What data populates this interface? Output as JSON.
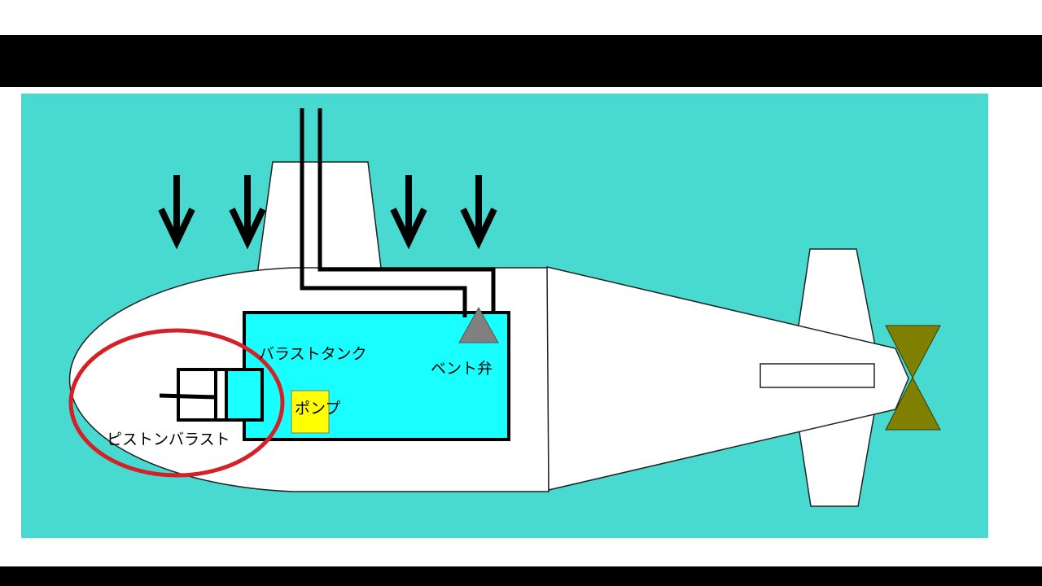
{
  "diagram": {
    "labels": {
      "ballast_tank": "バラストタンク",
      "vent_valve": "ベント弁",
      "pump": "ポンプ",
      "piston_ballast": "ピストンバラスト"
    },
    "colors": {
      "water": "#48d9d0",
      "hull": "#ffffff",
      "tank": "#19ffff",
      "pump": "#ffff00",
      "vent_valve": "#808080",
      "propeller": "#808000",
      "highlight_circle": "#d42026",
      "letterbox": "#000000"
    },
    "icons": [
      "down-arrow-icon",
      "triangle-valve-icon",
      "propeller-icon"
    ]
  }
}
